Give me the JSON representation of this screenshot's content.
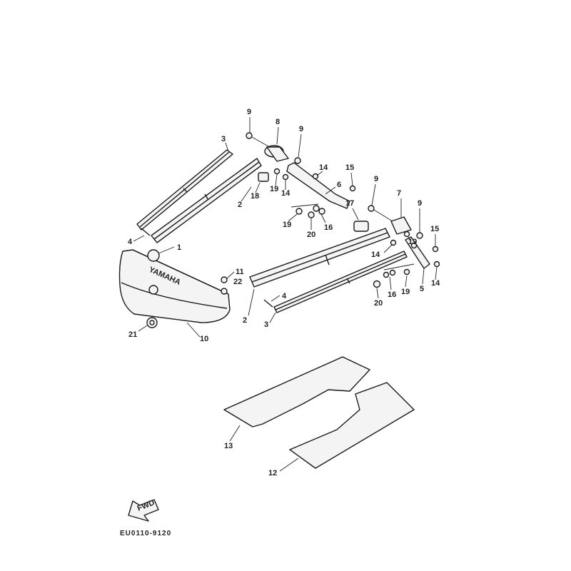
{
  "diagram": {
    "callouts": [
      {
        "id": "c1",
        "text": "1"
      },
      {
        "id": "c2a",
        "text": "2"
      },
      {
        "id": "c2b",
        "text": "2"
      },
      {
        "id": "c3a",
        "text": "3"
      },
      {
        "id": "c3b",
        "text": "3"
      },
      {
        "id": "c4a",
        "text": "4"
      },
      {
        "id": "c4b",
        "text": "4"
      },
      {
        "id": "c5",
        "text": "5"
      },
      {
        "id": "c6",
        "text": "6"
      },
      {
        "id": "c7",
        "text": "7"
      },
      {
        "id": "c8",
        "text": "8"
      },
      {
        "id": "c9a",
        "text": "9"
      },
      {
        "id": "c9b",
        "text": "9"
      },
      {
        "id": "c9c",
        "text": "9"
      },
      {
        "id": "c9d",
        "text": "9"
      },
      {
        "id": "c10",
        "text": "10"
      },
      {
        "id": "c11",
        "text": "11"
      },
      {
        "id": "c12",
        "text": "12"
      },
      {
        "id": "c13",
        "text": "13"
      },
      {
        "id": "c14a",
        "text": "14"
      },
      {
        "id": "c14b",
        "text": "14"
      },
      {
        "id": "c14c",
        "text": "14"
      },
      {
        "id": "c14d",
        "text": "14"
      },
      {
        "id": "c15a",
        "text": "15"
      },
      {
        "id": "c15b",
        "text": "15"
      },
      {
        "id": "c16a",
        "text": "16"
      },
      {
        "id": "c16b",
        "text": "16"
      },
      {
        "id": "c17",
        "text": "17"
      },
      {
        "id": "c18",
        "text": "18"
      },
      {
        "id": "c19a",
        "text": "19"
      },
      {
        "id": "c19b",
        "text": "19"
      },
      {
        "id": "c19c",
        "text": "19"
      },
      {
        "id": "c19d",
        "text": "19"
      },
      {
        "id": "c20a",
        "text": "20"
      },
      {
        "id": "c20b",
        "text": "20"
      },
      {
        "id": "c21",
        "text": "21"
      },
      {
        "id": "c22",
        "text": "22"
      }
    ],
    "logo_text": "YAMAHA",
    "fwd_arrow_text": "FWD",
    "drawing_code": "EU0110-9120"
  }
}
